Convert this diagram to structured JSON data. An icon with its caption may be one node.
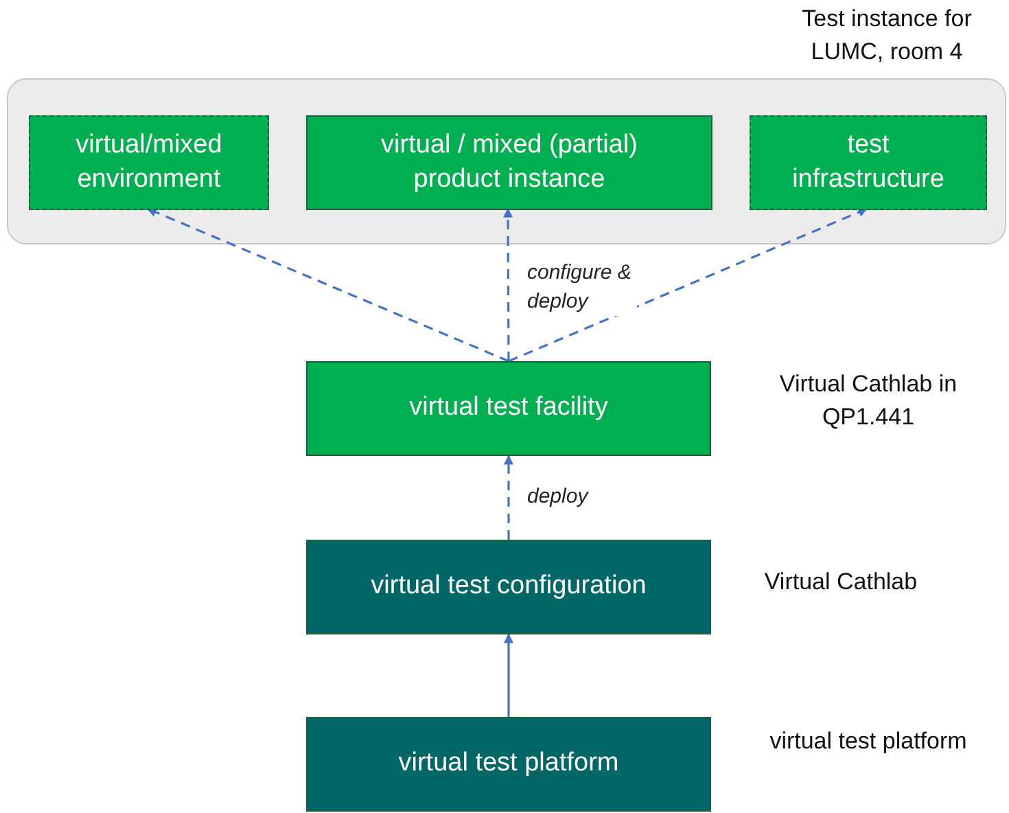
{
  "diagram": {
    "nodes": [
      {
        "text": [
          "Test instance for LUMC, room 4"
        ]
      },
      {
        "text": [
          "virtual/mixed environment"
        ],
        "in": 0
      },
      {
        "text": [
          "virtual / mixed (partial) product instance"
        ],
        "in": 0
      },
      {
        "text": [
          "test infrastructure"
        ],
        "in": 0
      },
      {
        "text": [
          "virtual test facility"
        ],
        "beside": [
          "Virtual Cathlab in QP1.441"
        ]
      },
      {
        "text": [
          "virtual test configuration"
        ],
        "beside": [
          "Virtual Cathlab"
        ]
      },
      {
        "text": [
          "virtual test platform"
        ],
        "beside": [
          "virtual test platform"
        ]
      }
    ],
    "edges": [
      {
        "from": 4,
        "to": 1,
        "arrow": "to",
        "style": "dashed"
      },
      {
        "from": 4,
        "to": 2,
        "arrow": "to",
        "style": "dashed",
        "label": "configure & deploy"
      },
      {
        "from": 4,
        "to": 3,
        "arrow": "to",
        "style": "dashed"
      },
      {
        "from": 5,
        "to": 4,
        "arrow": "to",
        "style": "dashed",
        "label": "deploy"
      },
      {
        "from": 6,
        "to": 5,
        "arrow": "to"
      }
    ]
  }
}
